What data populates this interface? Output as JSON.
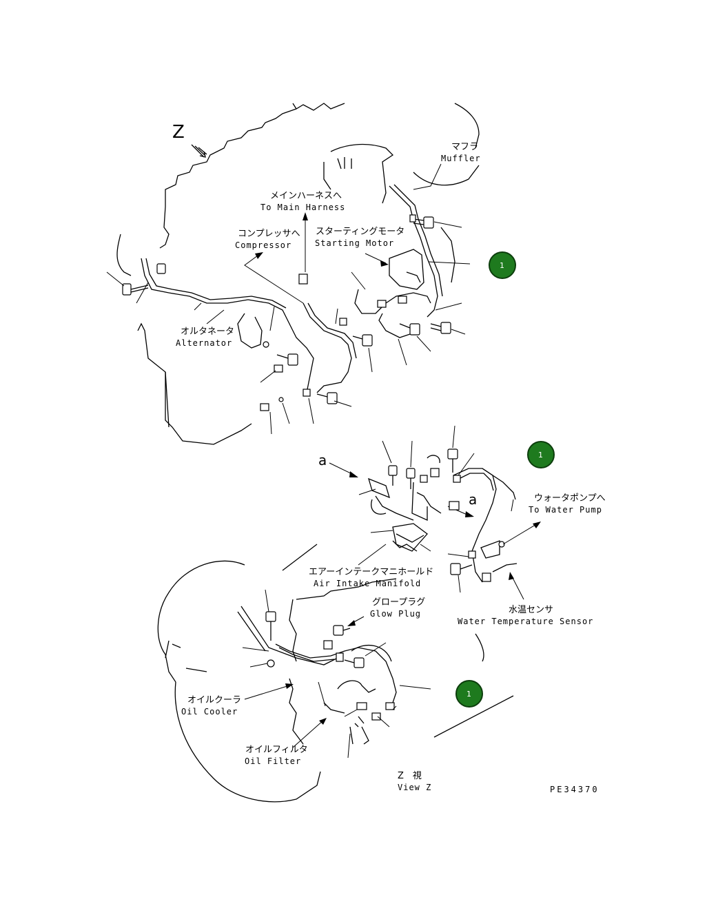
{
  "labels": {
    "z_marker": "Z",
    "muffler_jp": "マフラ",
    "muffler_en": "Muffler",
    "main_harness_jp": "メインハーネスへ",
    "main_harness_en": "To Main Harness",
    "compressor_jp": "コンプレッサへ",
    "compressor_en": "Compressor",
    "starting_motor_jp": "スターティングモータ",
    "starting_motor_en": "Starting Motor",
    "alternator_jp": "オルタネータ",
    "alternator_en": "Alternator",
    "a_left": "a",
    "a_right": "a",
    "water_pump_jp": "ウォータポンプへ",
    "water_pump_en": "To Water Pump",
    "air_intake_jp": "エアーインテークマニホールド",
    "air_intake_en": "Air Intake Manifold",
    "water_temp_jp": "水温センサ",
    "water_temp_en": "Water Temperature Sensor",
    "glow_plug_jp": "グロープラグ",
    "glow_plug_en": "Glow Plug",
    "oil_cooler_jp": "オイルクーラ",
    "oil_cooler_en": "Oil Cooler",
    "oil_filter_jp": "オイルフィルタ",
    "oil_filter_en": "Oil Filter",
    "view_z_jp": "Z　視",
    "view_z_en": "View Z",
    "drawing_code": "PE34370"
  },
  "callouts": [
    {
      "number": "1",
      "color": "#1e7a1e"
    },
    {
      "number": "1",
      "color": "#1e7a1e"
    },
    {
      "number": "1",
      "color": "#1e7a1e"
    }
  ]
}
